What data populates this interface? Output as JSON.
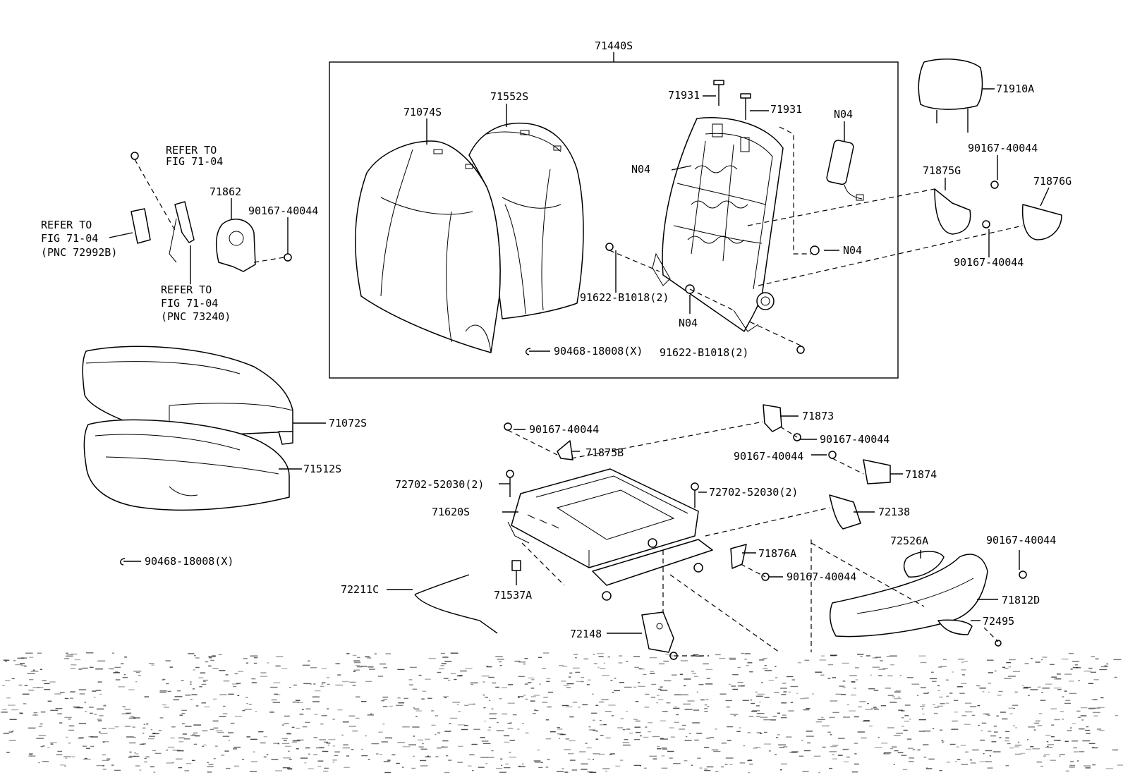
{
  "labels": {
    "assembly_71440S": "71440S",
    "p71074S": "71074S",
    "p71552S": "71552S",
    "p71931_a": "71931",
    "p71931_b": "71931",
    "n04_top": "N04",
    "n04_left": "N04",
    "n04_right": "N04",
    "n04_bottom": "N04",
    "p71910A": "71910A",
    "p90167_top_right": "90167-40044",
    "p71875G": "71875G",
    "p71876G": "71876G",
    "p90167_right_mid": "90167-40044",
    "p91622_left": "91622-B1018(2)",
    "p91622_bottom": "91622-B1018(2)",
    "p90468_inside": "90468-18008(X)",
    "refer_top_1": "REFER TO",
    "refer_top_2": "FIG 71-04",
    "p71862": "71862",
    "p90167_left": "90167-40044",
    "refer_left_1": "REFER TO",
    "refer_left_2": "FIG 71-04",
    "refer_left_3": "(PNC 72992B)",
    "refer_bottom_1": "REFER TO",
    "refer_bottom_2": "FIG 71-04",
    "refer_bottom_3": "(PNC 73240)",
    "p71072S": "71072S",
    "p71512S": "71512S",
    "p90468_bottom": "90468-18008(X)",
    "p90167_875B": "90167-40044",
    "p71875B": "71875B",
    "p71873": "71873",
    "p90167_873": "90167-40044",
    "p90167_874": "90167-40044",
    "p71874": "71874",
    "p72702_left": "72702-52030(2)",
    "p72702_right": "72702-52030(2)",
    "p71620S": "71620S",
    "p72138": "72138",
    "p72526A": "72526A",
    "p90167_812": "90167-40044",
    "p71876A": "71876A",
    "p90167_876A": "90167-40044",
    "p71812D": "71812D",
    "p72211C": "72211C",
    "p71537A": "71537A",
    "p72495": "72495",
    "p72148": "72148"
  }
}
